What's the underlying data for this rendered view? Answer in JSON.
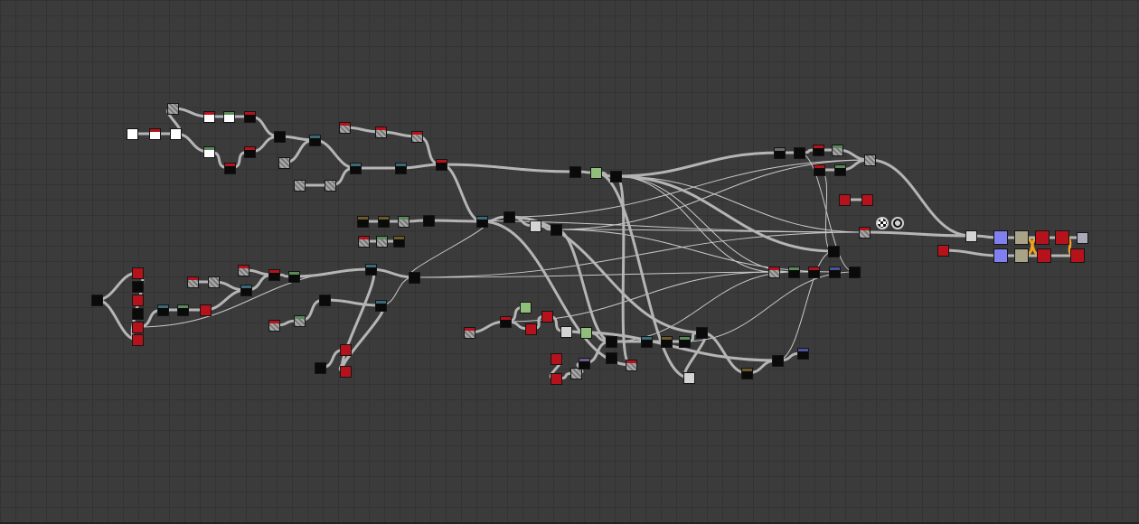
{
  "canvas": {
    "background": "#3b3b3b",
    "grid_color": "#333333"
  },
  "palette": {
    "wire": "#b5b5b5",
    "wire_thin": "#c9c9c9",
    "wire_active": "#f0a21e",
    "output_node": "#b5121b",
    "uniform_node": "#ffffff",
    "grayscale_node": "#0a0a0a",
    "color_node": "#8fbf7a"
  },
  "node_kinds": {
    "w": "uniform-color",
    "r": "output",
    "b": "grayscale",
    "g": "color-blend",
    "l": "light-gray",
    "p": "material-input",
    "k": "material-param",
    "v": "graph-output",
    "img": "bitmap",
    "noise": "noise"
  },
  "toolbar": {
    "icons": [
      "checker-preview-icon",
      "3d-view-icon"
    ]
  }
}
